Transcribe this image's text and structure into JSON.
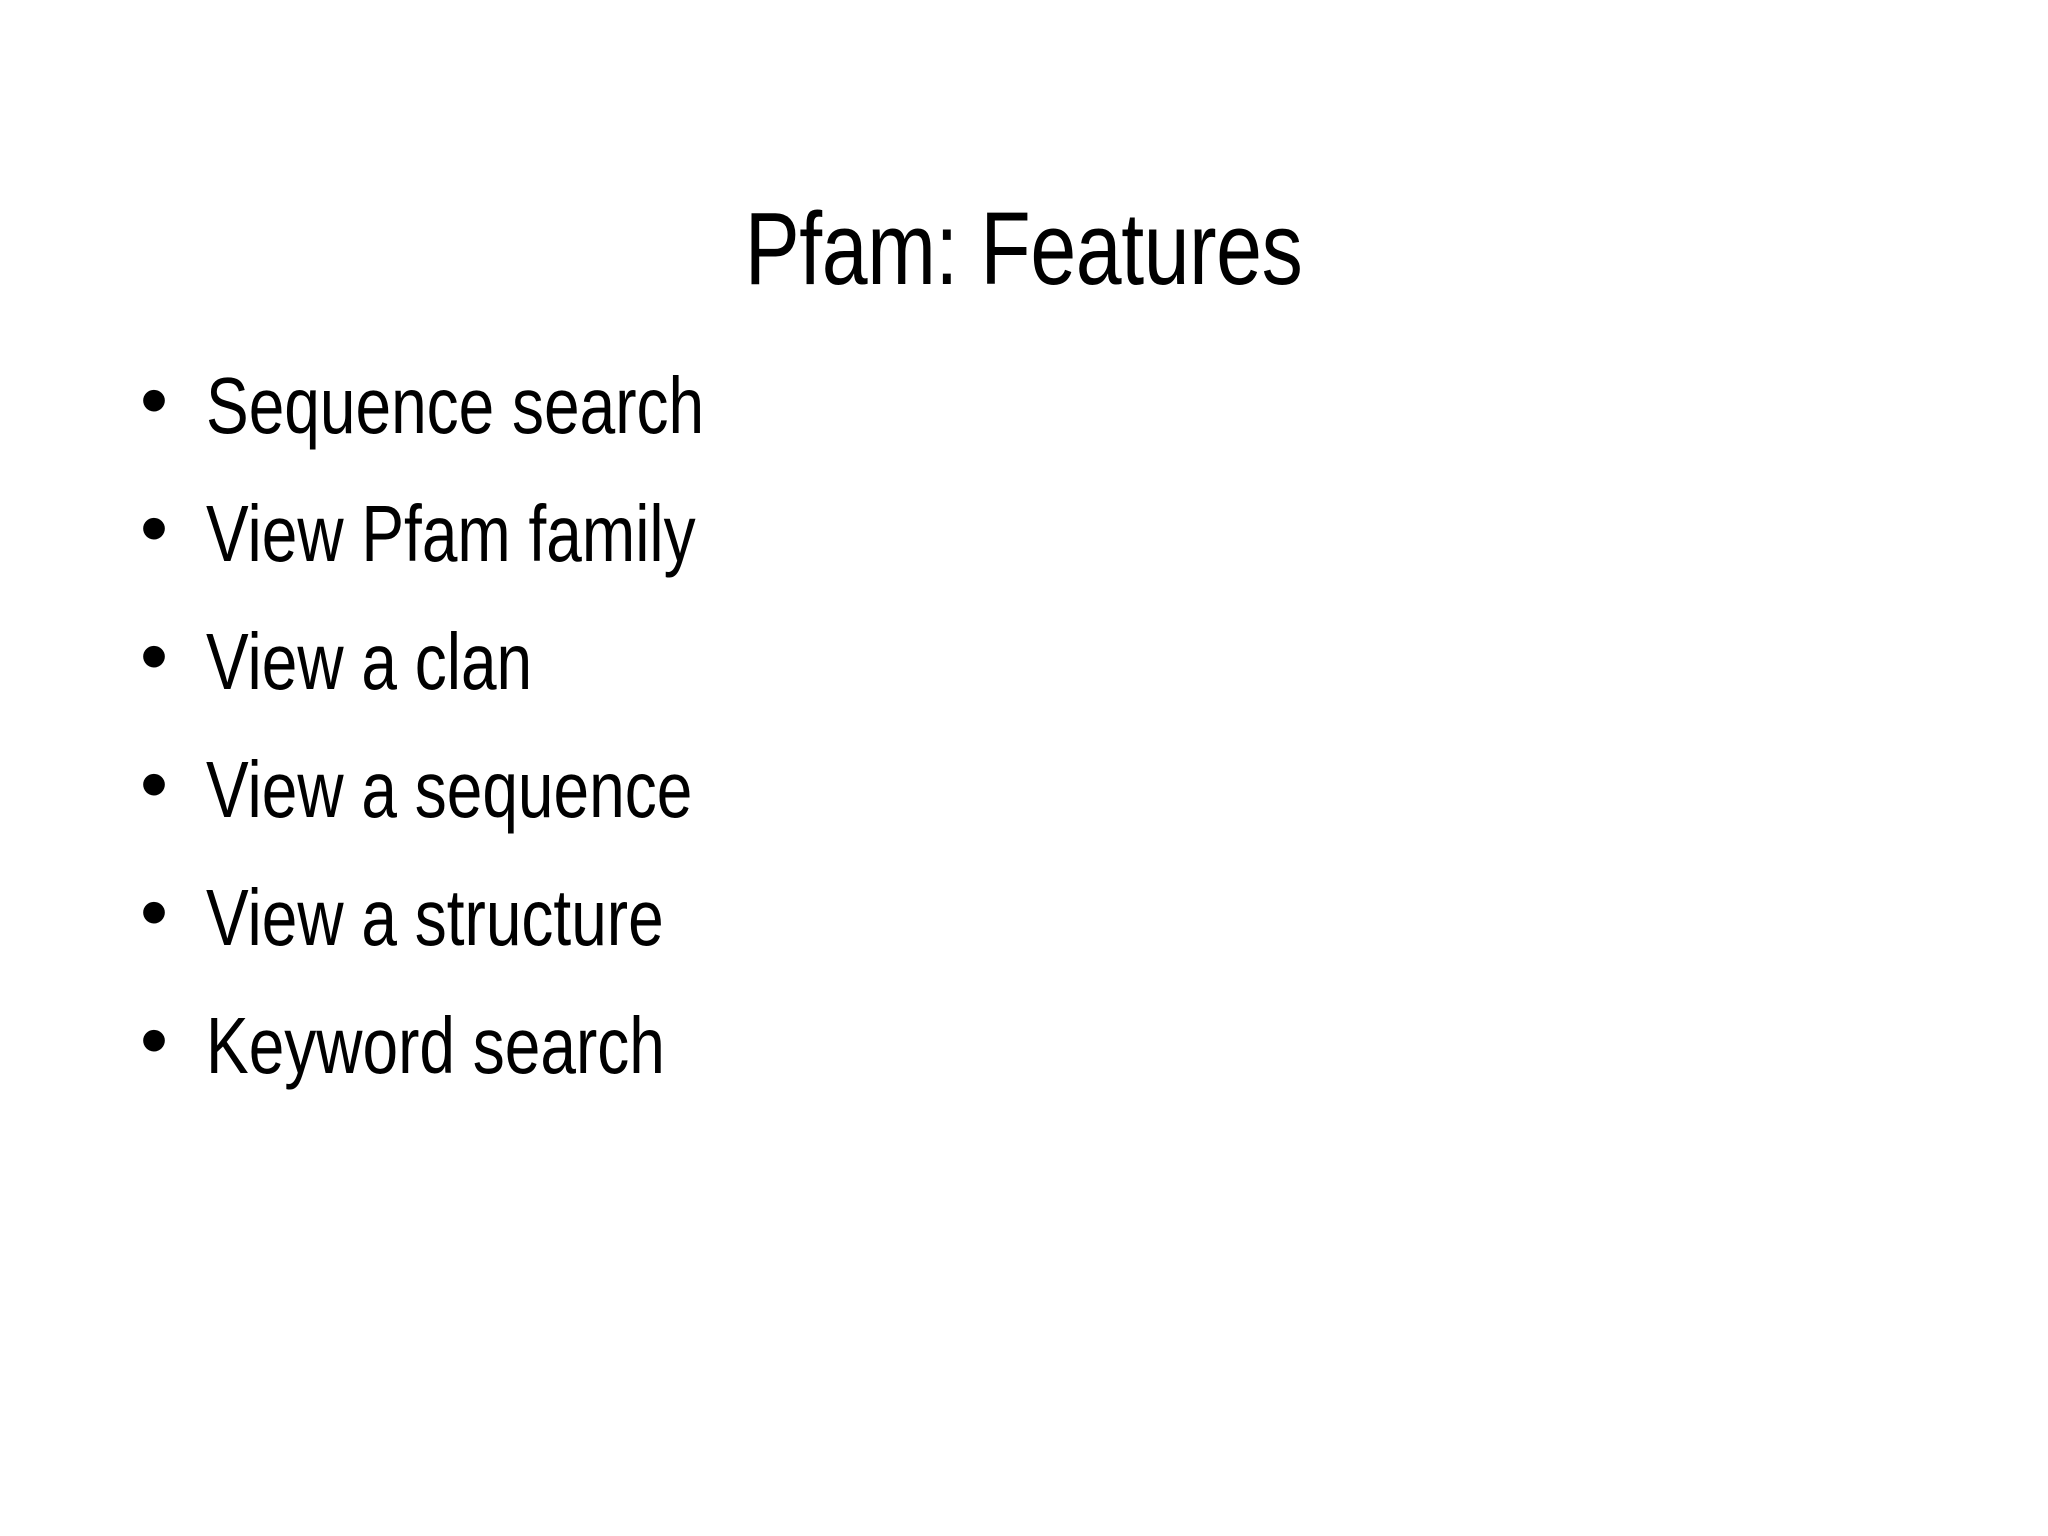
{
  "slide": {
    "background_color": "#ffffff",
    "text_color": "#000000",
    "title": "Pfam: Features",
    "bullet_glyph": "•",
    "bullets": [
      {
        "text": "Sequence search"
      },
      {
        "text": "View Pfam family"
      },
      {
        "text": "View a clan"
      },
      {
        "text": "View a sequence"
      },
      {
        "text": "View a structure"
      },
      {
        "text": "Keyword search"
      }
    ]
  }
}
